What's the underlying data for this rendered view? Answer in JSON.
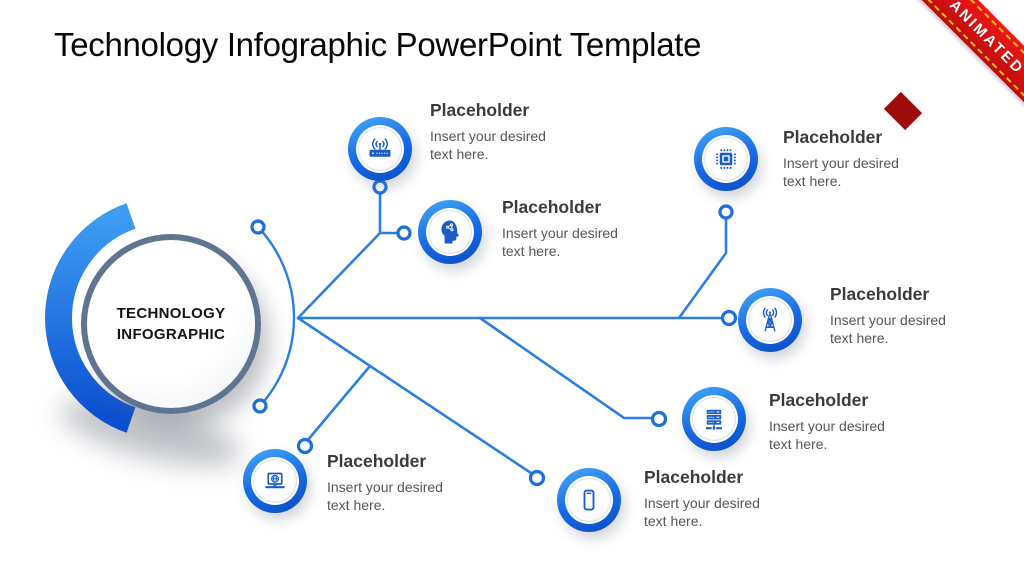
{
  "slide": {
    "title": "Technology Infographic PowerPoint Template",
    "ribbon": {
      "label": "ANIMATED"
    },
    "center": {
      "line1": "TECHNOLOGY",
      "line2": "INFOGRAPHIC"
    },
    "nodes": [
      {
        "icon": "wifi-router-icon",
        "title": "Placeholder",
        "description": "Insert your desired text here."
      },
      {
        "icon": "ai-head-icon",
        "title": "Placeholder",
        "description": "Insert your desired text here."
      },
      {
        "icon": "cpu-chip-icon",
        "title": "Placeholder",
        "description": "Insert your desired text here."
      },
      {
        "icon": "signal-tower-icon",
        "title": "Placeholder",
        "description": "Insert your desired text here."
      },
      {
        "icon": "server-rack-icon",
        "title": "Placeholder",
        "description": "Insert your desired text here."
      },
      {
        "icon": "smartphone-icon",
        "title": "Placeholder",
        "description": "Insert your desired text here."
      },
      {
        "icon": "laptop-globe-icon",
        "title": "Placeholder",
        "description": "Insert your desired text here."
      }
    ],
    "colors": {
      "connector_blue": "#2b7fe3",
      "ring_blue_light": "#3fa0f4",
      "ring_blue_dark": "#0b4fc6",
      "icon_blue": "#1a5dc8",
      "center_border_gray": "#5f7490",
      "ribbon_red": "#d61111",
      "stitch_orange": "#ffb320",
      "node_title_color": "#3b3b3b",
      "node_desc_color": "#565656"
    }
  }
}
